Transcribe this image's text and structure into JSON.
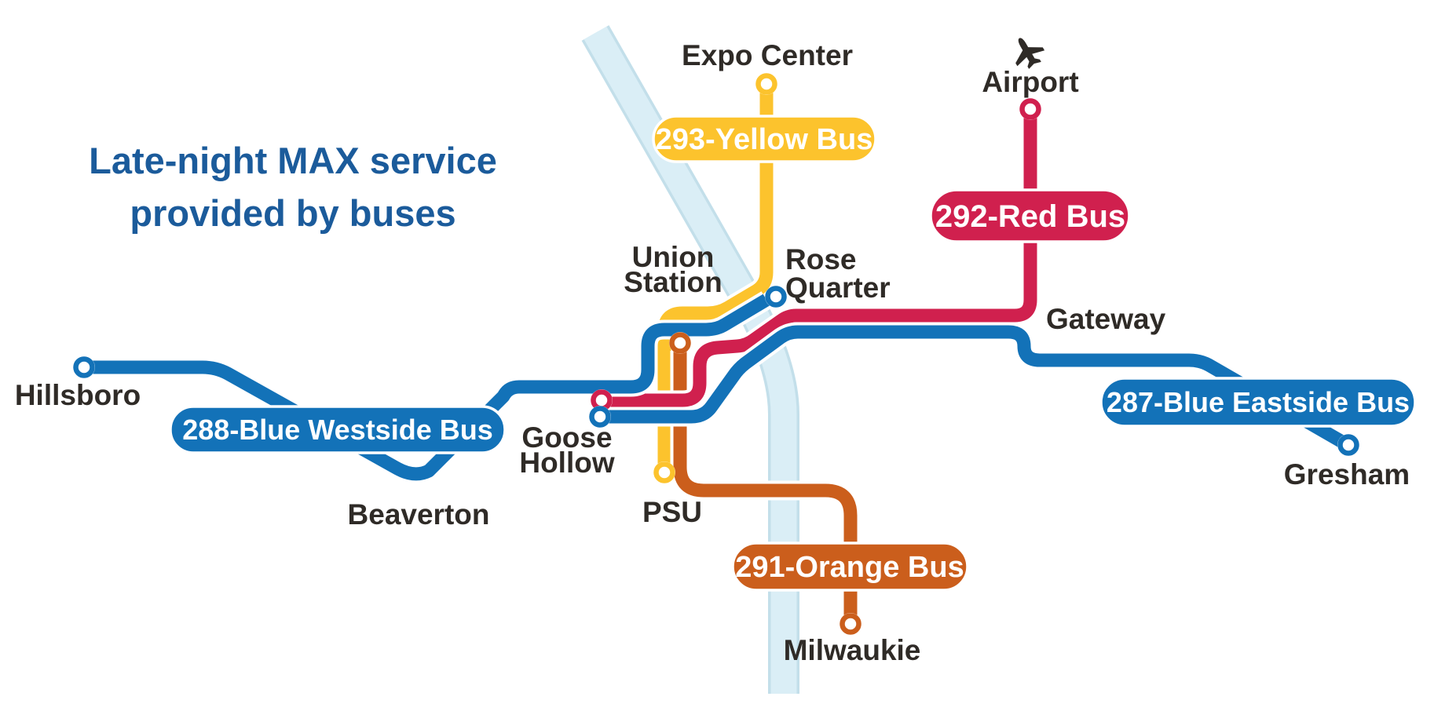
{
  "title": {
    "line1": "Late-night MAX service",
    "line2": "provided by buses"
  },
  "badges": {
    "yellow": {
      "label": "293-Yellow Bus"
    },
    "red": {
      "label": "292-Red Bus"
    },
    "westside": {
      "label": "288-Blue Westside Bus"
    },
    "eastside": {
      "label": "287-Blue Eastside Bus"
    },
    "orange": {
      "label": "291-Orange Bus"
    }
  },
  "stations": {
    "expo_center": "Expo Center",
    "airport": "Airport",
    "union_line1": "Union",
    "union_line2": "Station",
    "rose_line1": "Rose",
    "rose_line2": "Quarter",
    "gateway": "Gateway",
    "hillsboro": "Hillsboro",
    "beaverton": "Beaverton",
    "goose_line1": "Goose",
    "goose_line2": "Hollow",
    "psu": "PSU",
    "gresham": "Gresham",
    "milwaukie": "Milwaukie"
  },
  "icons": {
    "airplane": "airplane-icon"
  },
  "colors": {
    "blue_line": "#1372b8",
    "red_line": "#d0204e",
    "yellow_line": "#fcc32d",
    "orange_line": "#cb5e1c",
    "river_fill": "#daeef6",
    "river_edge": "#c3dfea",
    "title_blue": "#1b5b9b",
    "label_dark": "#2f2b27",
    "casing_white": "#ffffff"
  }
}
